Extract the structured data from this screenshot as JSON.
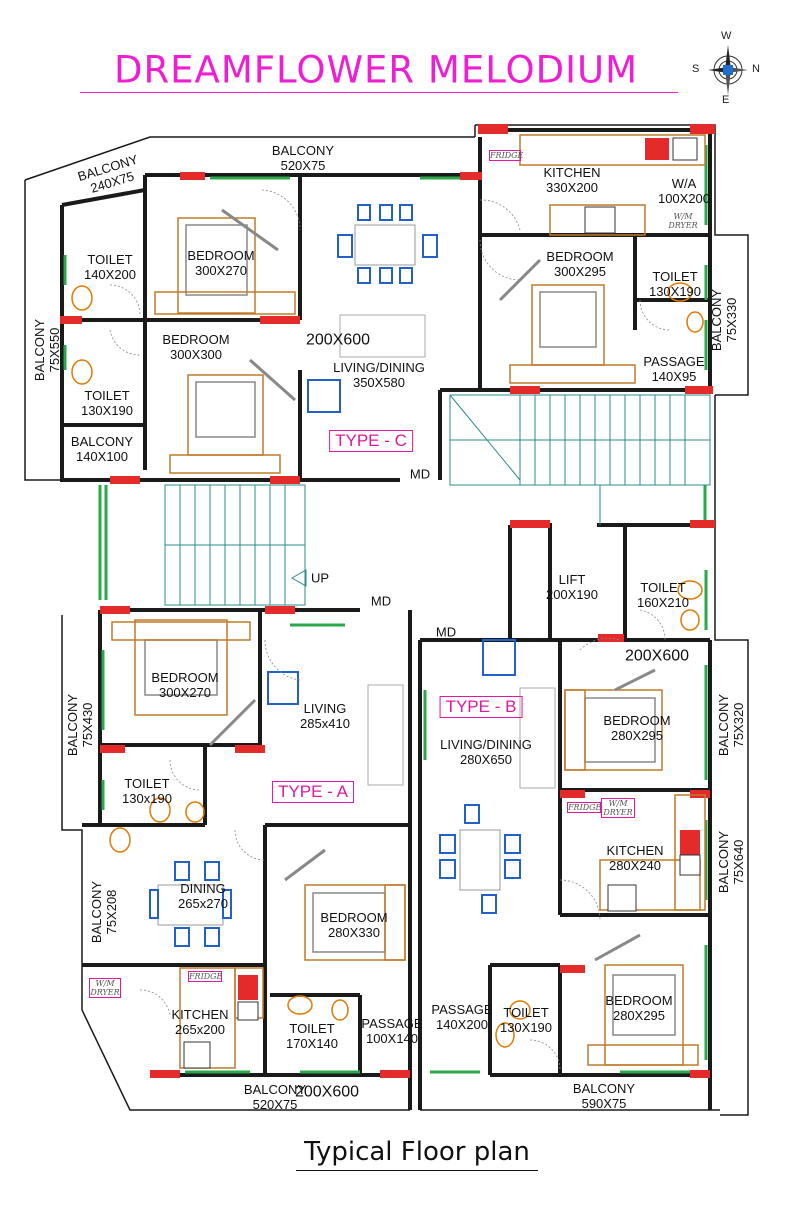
{
  "title": "DREAMFLOWER MELODIUM",
  "footer": "Typical Floor plan",
  "compass": {
    "w": "W",
    "n": "N",
    "s": "S",
    "e": "E"
  },
  "types": {
    "a": "TYPE - A",
    "b": "TYPE - B",
    "c": "TYPE - C"
  },
  "rooms": {
    "c_balcony_240": "BALCONY\n240X75",
    "c_balcony_520": "BALCONY\n520X75",
    "c_kitchen": "KITCHEN\n330X200",
    "c_wa": "W/A\n100X200",
    "c_toilet_140": "TOILET\n140X200",
    "c_bedroom_300x270": "BEDROOM\n300X270",
    "c_bedroom_300x295": "BEDROOM\n300X295",
    "c_toilet_130_right": "TOILET\n130X190",
    "c_balcony_75x330": "BALCONY\n75X330",
    "c_balcony_75x550": "BALCONY\n75X550",
    "c_bedroom_300x300": "BEDROOM\n300X300",
    "c_window_200x600": "200X600",
    "c_living": "LIVING/DINING\n350X580",
    "c_passage": "PASSAGE\n140X95",
    "c_toilet_130_left": "TOILET\n130X190",
    "c_balcony_140x100": "BALCONY\n140X100",
    "c_md": "MD",
    "lift": "LIFT\n200X190",
    "up": "UP",
    "b_toilet_160": "TOILET\n160X210",
    "md_a": "MD",
    "md_b": "MD",
    "b_window_200x600": "200X600",
    "a_bedroom_300x270": "BEDROOM\n300X270",
    "a_living": "LIVING\n285x410",
    "a_balcony_75x430": "BALCONY\n75X430",
    "b_bedroom_280x295_top": "BEDROOM\n280X295",
    "b_balcony_75x320": "BALCONY\n75X320",
    "b_living": "LIVING/DINING\n280X650",
    "a_toilet_130": "TOILET\n130x190",
    "b_kitchen": "KITCHEN\n280X240",
    "b_balcony_75x640": "BALCONY\n75X640",
    "a_balcony_75x208": "BALCONY\n75X208",
    "a_dining": "DINING\n265x270",
    "a_bedroom_280x330": "BEDROOM\n280X330",
    "b_bedroom_280x295_bottom": "BEDROOM\n280X295",
    "a_kitchen": "KITCHEN\n265x200",
    "a_toilet_170": "TOILET\n170X140",
    "a_passage": "PASSAGE\n100X140",
    "b_passage": "PASSAGE\n140X200",
    "b_toilet_130": "TOILET\n130X190",
    "a_balcony_520": "BALCONY\n520X75",
    "a_window_200x600": "200X600",
    "b_balcony_590": "BALCONY\n590X75"
  },
  "fixtures": {
    "fridge_c": "FRIDGE",
    "wm_c": "W/M\nDRYER",
    "fridge_b": "FRIDGE",
    "wm_b": "W/M\nDRYER",
    "fridge_a": "FRIDGE",
    "wm_a": "W/M\nDRYER"
  },
  "colors": {
    "title": "#ee1fd2",
    "type_label": "#e0189f",
    "wall": "#1a1a1a",
    "furniture": "#c07a2a",
    "window": "#2aa84a",
    "stair": "#2a8c8c",
    "seat": "#2060c8"
  }
}
